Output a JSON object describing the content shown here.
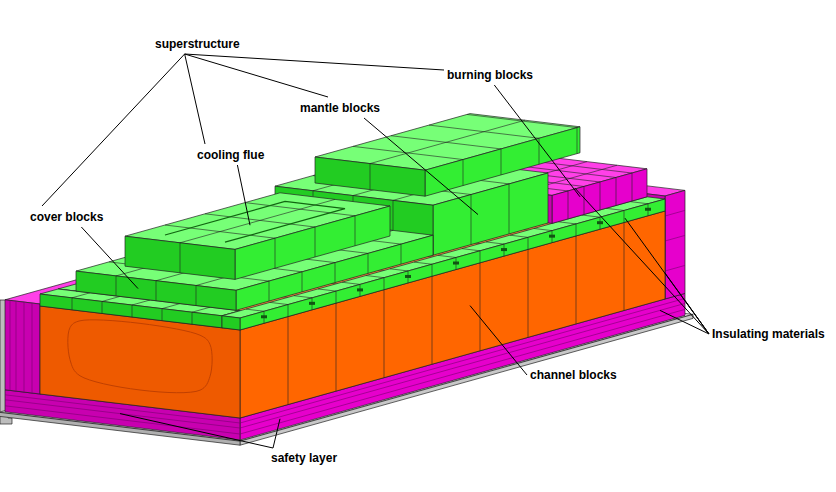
{
  "diagram": {
    "labels": [
      "superstructure",
      "burning blocks",
      "mantle blocks",
      "cooling flue",
      "cover blocks",
      "Insulating materials",
      "channel blocks",
      "safety layer"
    ]
  }
}
